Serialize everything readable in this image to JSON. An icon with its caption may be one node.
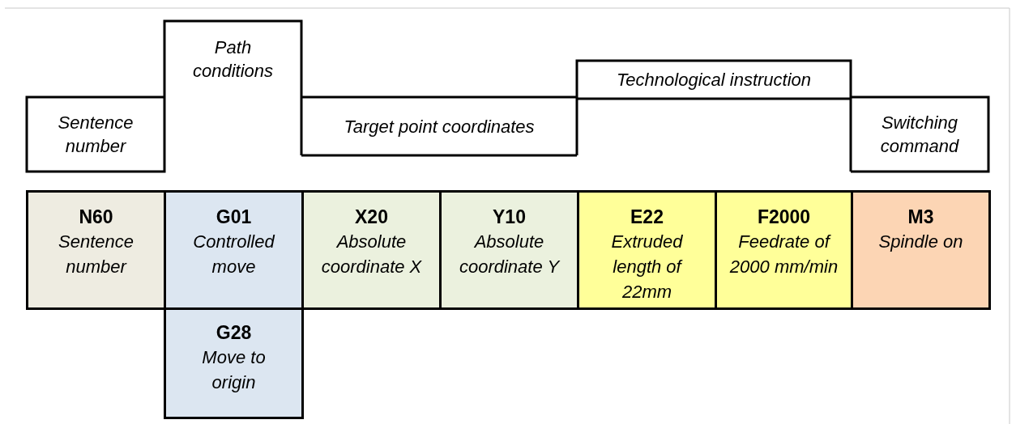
{
  "diagram": {
    "nodes": [
      {
        "text": [
          "Sentence number"
        ]
      },
      {
        "text": [
          "Path conditions"
        ]
      },
      {
        "text": [
          "Target point coordinates"
        ]
      },
      {
        "text": [
          "Technological instruction"
        ]
      },
      {
        "text": [
          "Switching command"
        ]
      },
      {
        "text": [
          "N60",
          "Sentence number"
        ]
      },
      {
        "text": [
          "G01",
          "Controlled move"
        ]
      },
      {
        "text": [
          "X20",
          "Absolute coordinate X"
        ]
      },
      {
        "text": [
          "Y10",
          "Absolute coordinate Y"
        ]
      },
      {
        "text": [
          "E22",
          "Extruded length of 22mm"
        ]
      },
      {
        "text": [
          "F2000",
          "Feedrate of 2000 mm/min"
        ]
      },
      {
        "text": [
          "M3",
          "Spindle on"
        ]
      },
      {
        "text": [
          "G28",
          "Move to origin"
        ]
      }
    ]
  }
}
